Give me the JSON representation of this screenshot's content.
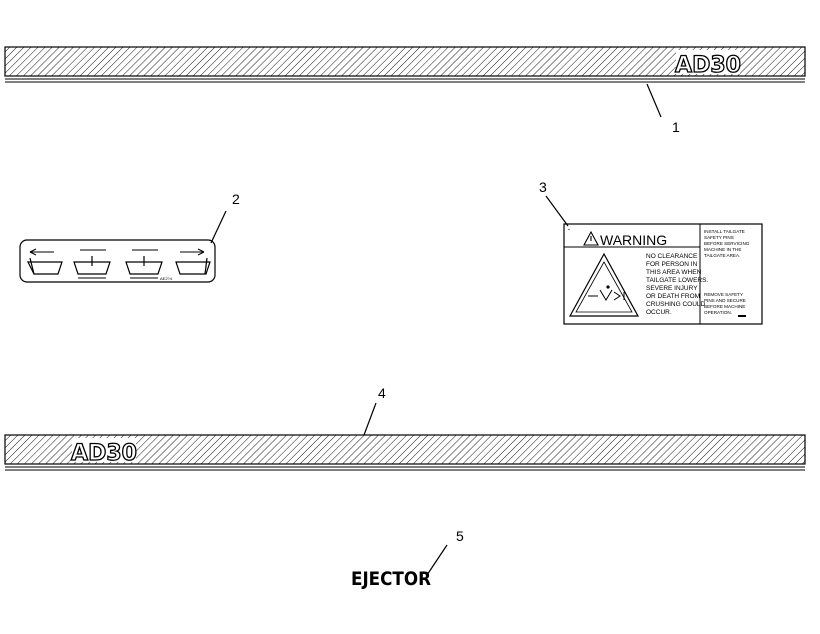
{
  "decals": {
    "stripe_top": {
      "number": "1",
      "badge": "AD30"
    },
    "arrows_decal": {
      "number": "2",
      "code": "AE2?4"
    },
    "warning_decal": {
      "number": "3",
      "title": "WARNING",
      "body_lines": [
        "NO CLEARANCE",
        "FOR PERSON IN",
        "THIS AREA WHEN",
        "TAILGATE LOWERS.",
        "SEVERE INJURY",
        "OR DEATH FROM",
        "CRUSHING COULD",
        "OCCUR."
      ],
      "side_top_lines": [
        "INSTALL TAILGATE",
        "SAFETY PINS",
        "BEFORE SERVICING",
        "MACHINE IN THE",
        "TAILGATE AREA."
      ],
      "side_bottom_lines": [
        "REMOVE SAFETY",
        "PINS AND SECURE",
        "BEFORE MACHINE",
        "OPERATION."
      ]
    },
    "stripe_bottom": {
      "number": "4",
      "badge": "AD30"
    },
    "ejector_decal": {
      "number": "5",
      "text": "EJECTOR"
    }
  }
}
